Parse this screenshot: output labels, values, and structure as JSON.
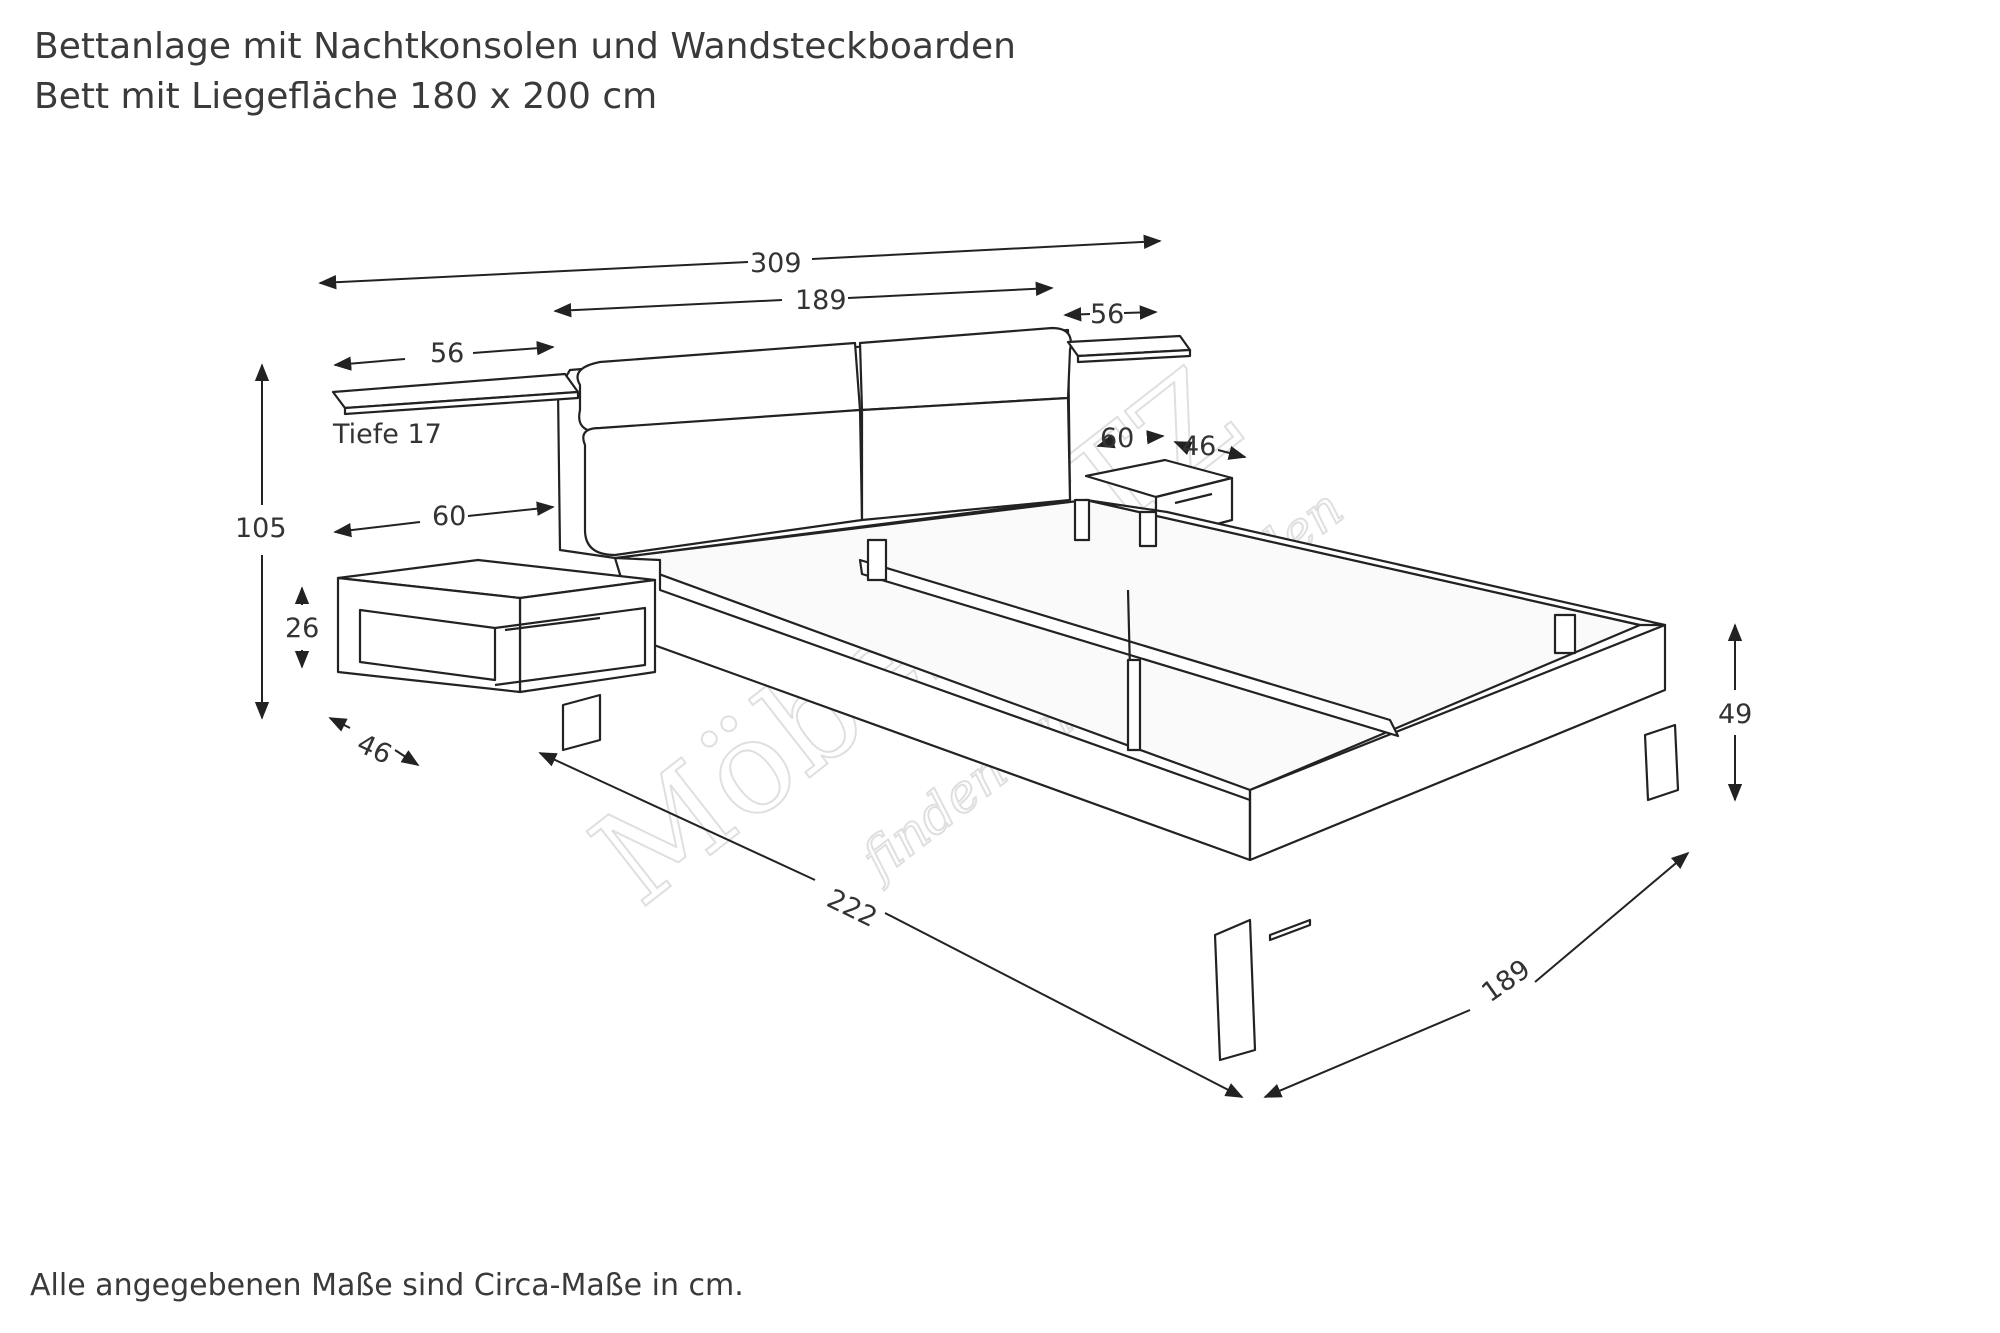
{
  "heading": {
    "line1": "Bettanlage mit Nachtkonsolen und Wandsteckboarden",
    "line2": "Bett mit Liegefläche 180 x 200 cm"
  },
  "dimensions": {
    "total_width": "309",
    "headboard_width": "189",
    "shelf_left_width": "56",
    "shelf_right_width": "56",
    "shelf_depth": "Tiefe 17",
    "console_left_width": "60",
    "console_right_width": "60",
    "console_right_depth": "46",
    "height_total": "105",
    "drawer_height": "26",
    "console_left_depth": "46",
    "bed_length": "222",
    "bed_width": "189",
    "bed_height": "49"
  },
  "watermark": {
    "brand": "MöbelLETZ",
    "slogan": "finden und wohlfühlen"
  },
  "footer": {
    "note": "Alle angegebenen Maße sind Circa-Maße in cm."
  }
}
